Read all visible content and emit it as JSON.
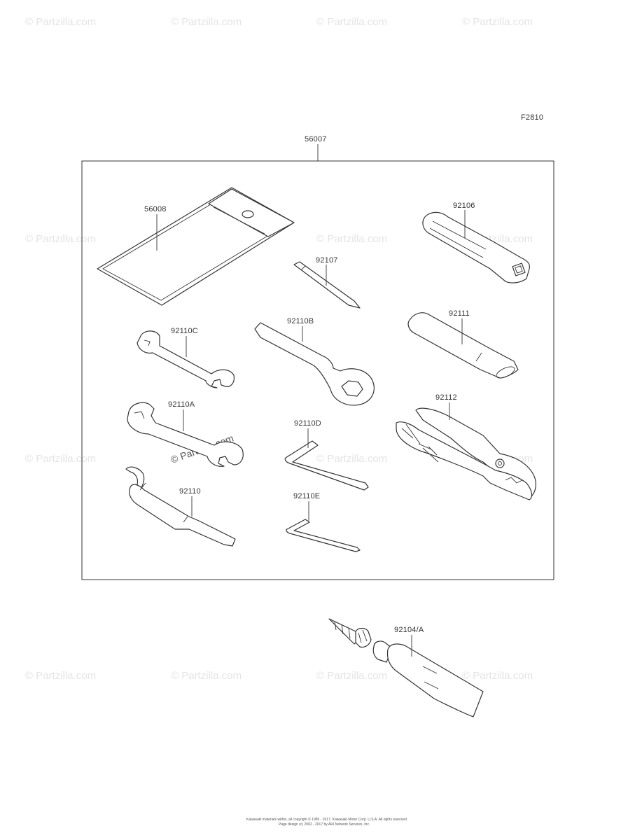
{
  "figure_code": "F2810",
  "watermark": "© Partzilla.com",
  "footer": {
    "line1": "Kawasaki materials within, all copyright © 1985 - 2017, Kawasaki Motor Corp. U.S.A. All rights reserved.",
    "line2": "Page design (c) 2002 - 2017 by ARI Network Services, Inc."
  },
  "parts": {
    "kit": "56007",
    "pouch": "56008",
    "screwdriver_handle": "92106",
    "screwdriver_bit": "92107",
    "box_wrench": "92110B",
    "extension_bar": "92111",
    "open_wrench_small": "92110C",
    "open_wrench_large": "92110A",
    "hex_key_large": "92110D",
    "pliers": "92112",
    "hook_spanner": "92110",
    "hex_key_small": "92110E",
    "tire_repair_kit": "92104/A"
  }
}
